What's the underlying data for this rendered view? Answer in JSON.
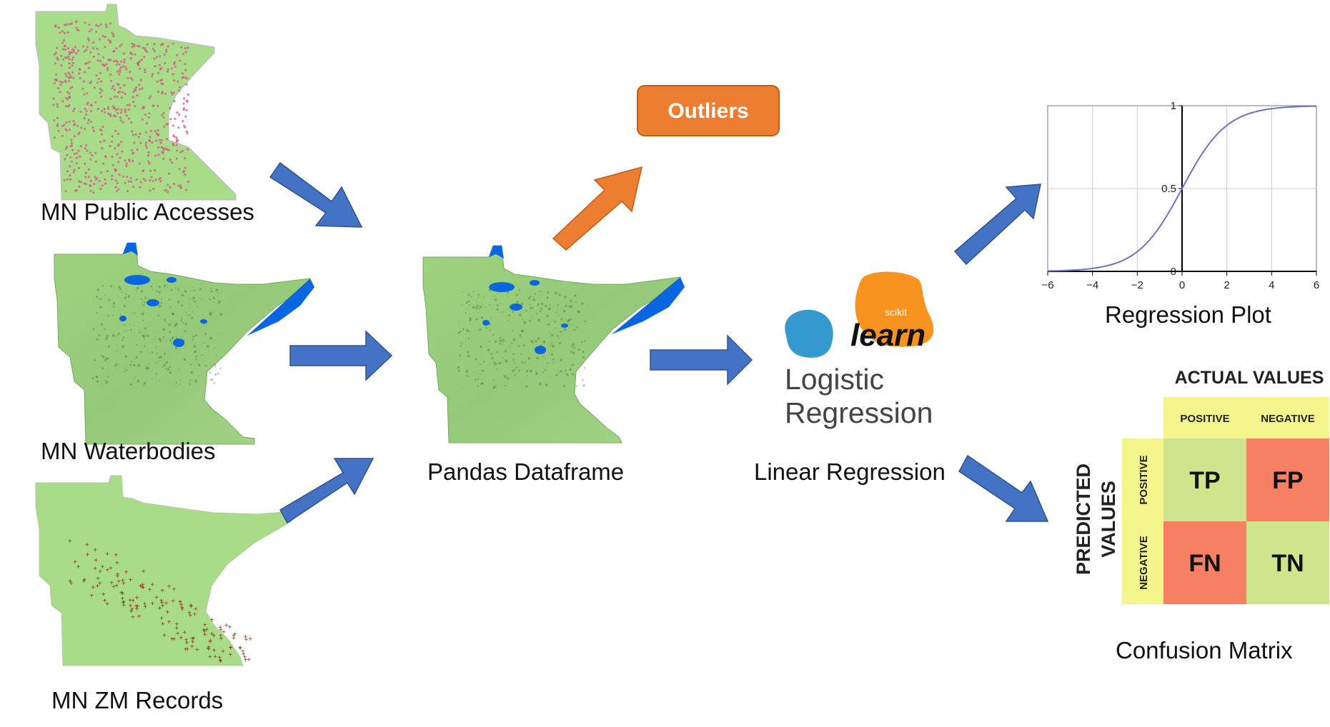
{
  "labels": {
    "public_accesses": "MN Public Accesses",
    "waterbodies": "MN Waterbodies",
    "zm_records": "MN ZM Records",
    "dataframe": "Pandas Dataframe",
    "outliers": "Outliers",
    "sklearn_small": "scikit",
    "sklearn_learn": "learn",
    "logistic_line1": "Logistic",
    "logistic_line2": "Regression",
    "linear_regression": "Linear Regression",
    "regression_plot": "Regression Plot",
    "confusion_matrix": "Confusion Matrix"
  },
  "confusion": {
    "actual_header": "ACTUAL VALUES",
    "predicted_line1": "PREDICTED",
    "predicted_line2": "VALUES",
    "col_positive": "POSITIVE",
    "col_negative": "NEGATIVE",
    "row_positive": "POSITIVE",
    "row_negative": "NEGATIVE",
    "tp": "TP",
    "fp": "FP",
    "fn": "FN",
    "tn": "TN"
  },
  "chart_data": {
    "type": "line",
    "function": "logistic sigmoid",
    "x": [
      -6,
      -5,
      -4,
      -3,
      -2,
      -1,
      0,
      1,
      2,
      3,
      4,
      5,
      6
    ],
    "series": [
      {
        "values": [
          0.0025,
          0.0067,
          0.018,
          0.047,
          0.119,
          0.269,
          0.5,
          0.731,
          0.881,
          0.953,
          0.982,
          0.993,
          0.9975
        ]
      }
    ],
    "xlim": [
      -6,
      6
    ],
    "ylim": [
      0,
      1
    ],
    "x_ticks": [
      "−6",
      "−4",
      "−2",
      "0",
      "2",
      "4",
      "6"
    ],
    "y_ticks": [
      "0",
      "0.5",
      "1"
    ],
    "grid": true,
    "line_color": "#6a74c9"
  },
  "colors": {
    "arrow_blue": "#4472c4",
    "arrow_orange": "#ed7d31",
    "map_green": "#a8dc88",
    "water_blue": "#0a66e0",
    "cell_green": "#cfe58b",
    "cell_red": "#f88062",
    "header_yellow": "#f4f58a",
    "sklearn_orange": "#f7931e",
    "sklearn_blue": "#3499cd"
  }
}
